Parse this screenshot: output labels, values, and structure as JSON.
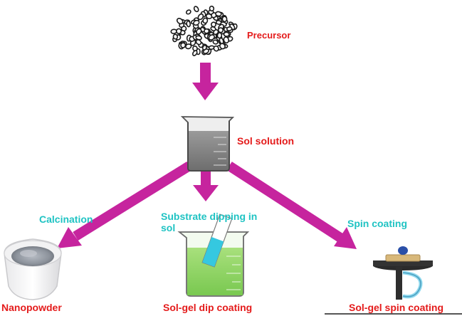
{
  "labels": {
    "precursor": "Precursor",
    "sol_solution": "Sol solution",
    "calcination": "Calcination",
    "substrate_dipping": "Substrate dipping in sol",
    "spin_coating": "Spin coating",
    "nanopowder": "Nanopowder",
    "dip_coating": "Sol-gel dip coating",
    "spin_coating_result": "Sol-gel spin coating"
  },
  "colors": {
    "arrow": "#c6249e",
    "label_red": "#e41b1b",
    "label_cyan": "#1fc3c3",
    "green_sol": "#8fd66a",
    "grey_sol": "#8a8a8a",
    "substrate": "#35c8e0"
  },
  "icons": [
    "precursor-beads-icon",
    "beaker-grey-icon",
    "beaker-green-icon",
    "crucible-icon",
    "spin-coater-icon"
  ]
}
